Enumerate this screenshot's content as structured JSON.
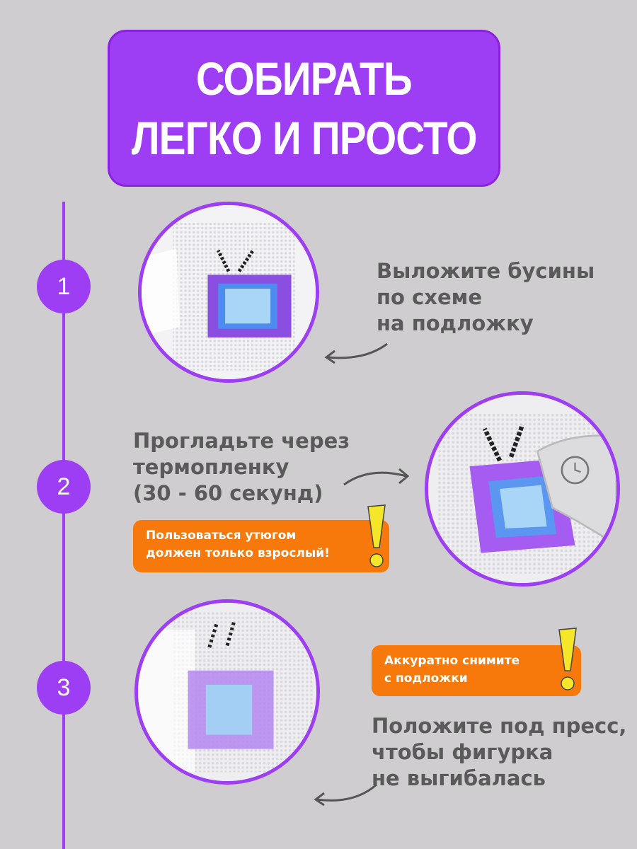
{
  "header": {
    "line1": "СОБИРАТЬ",
    "line2": "ЛЕГКО И ПРОСТО"
  },
  "steps": [
    {
      "number": "1",
      "lines": [
        "Выложите бусины",
        "по схеме",
        "на подложку"
      ]
    },
    {
      "number": "2",
      "lines": [
        "Прогладьте через",
        "термопленку",
        "(30 - 60 секунд)"
      ],
      "warning": [
        "Пользоваться утюгом",
        "должен только взрослый!"
      ]
    },
    {
      "number": "3",
      "lines": [
        "Положите под пресс,",
        "чтобы фигурка",
        "не выгибалась"
      ],
      "warning": [
        "Аккуратно снимите",
        "с подложки"
      ]
    }
  ],
  "colors": {
    "accent": "#9d3df4",
    "warning": "#f7790b",
    "background": "#cfcdcf",
    "text": "#5a5a5a"
  }
}
